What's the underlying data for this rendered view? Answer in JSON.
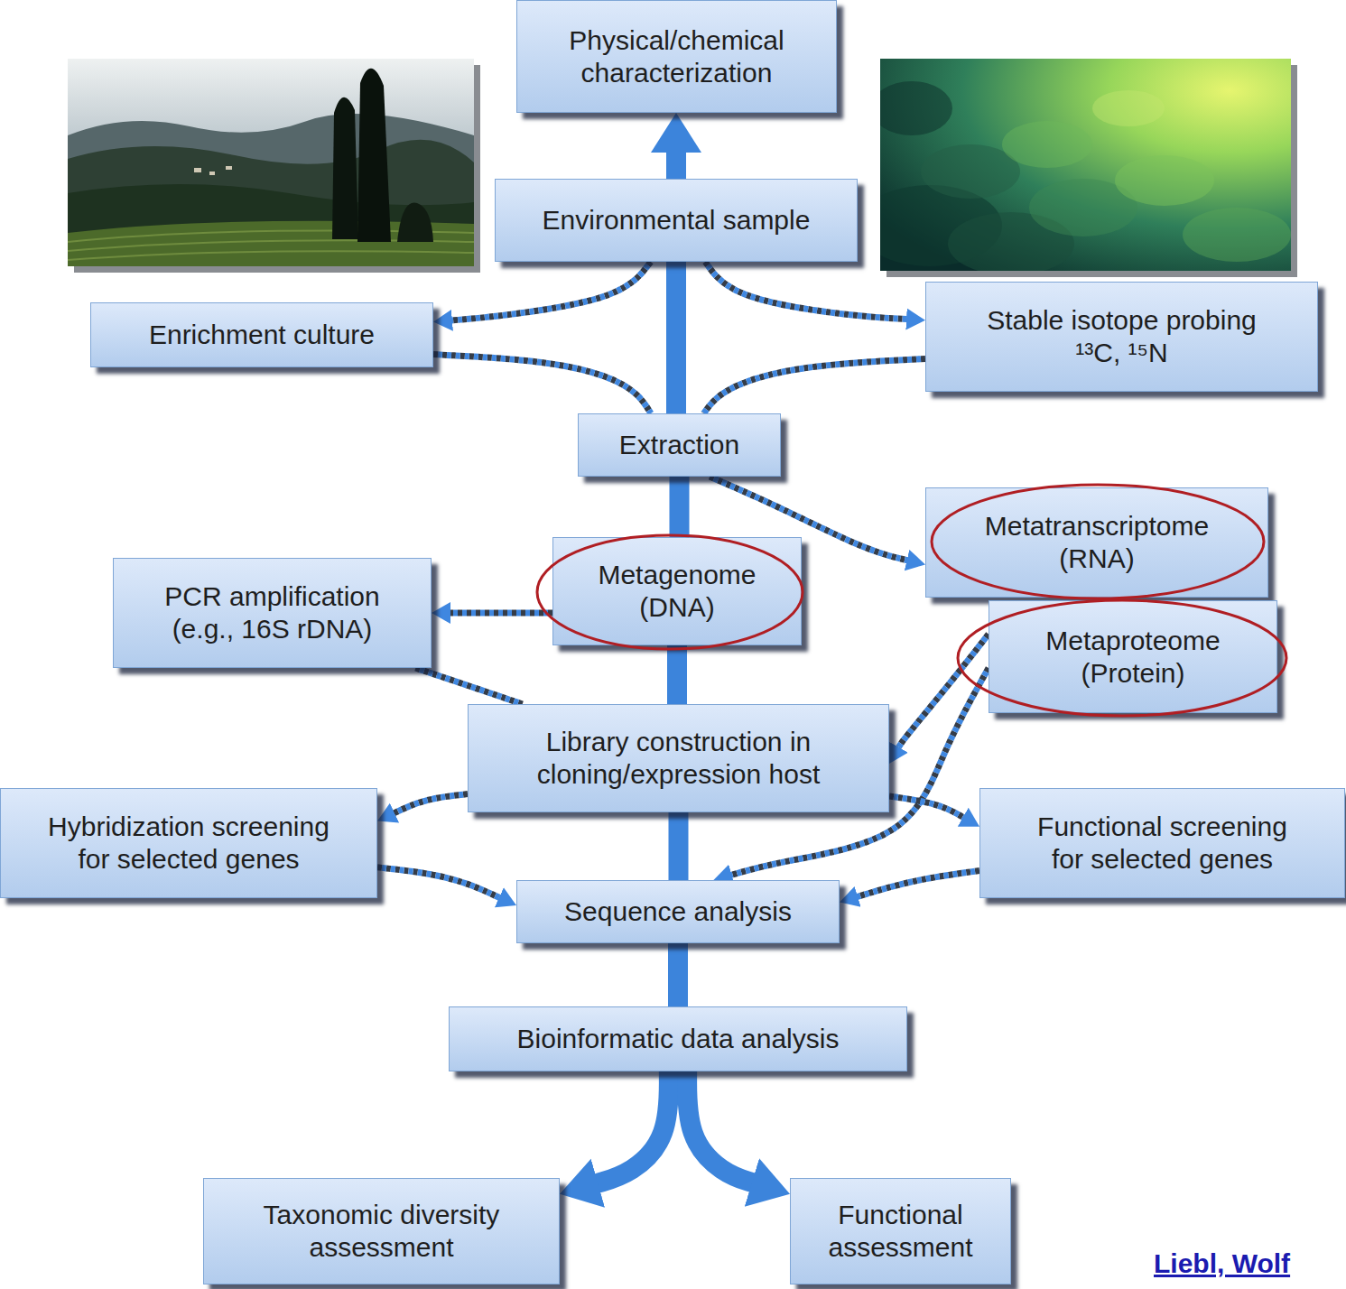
{
  "diagram": {
    "nodes": [
      {
        "text": [
          "Physical/chemical characterization"
        ]
      },
      {
        "text": [
          "Environmental sample"
        ]
      },
      {
        "text": [
          "Enrichment culture"
        ]
      },
      {
        "text": [
          "Stable isotope probing",
          "¹³C, ¹⁵N"
        ]
      },
      {
        "text": [
          "Extraction"
        ]
      },
      {
        "text": [
          "Metagenome (DNA)"
        ]
      },
      {
        "text": [
          "PCR amplification (e.g., 16S rDNA)"
        ]
      },
      {
        "text": [
          "Metatranscriptome (RNA)"
        ]
      },
      {
        "text": [
          "Metaproteome (Protein)"
        ]
      },
      {
        "text": [
          "Library construction in cloning/expression host"
        ]
      },
      {
        "text": [
          "Hybridization screening for selected genes"
        ]
      },
      {
        "text": [
          "Functional screening for selected genes"
        ]
      },
      {
        "text": [
          "Sequence analysis"
        ]
      },
      {
        "text": [
          "Bioinformatic data analysis"
        ]
      },
      {
        "text": [
          "Taxonomic diversity assessment"
        ]
      },
      {
        "text": [
          "Functional assessment"
        ]
      }
    ],
    "edges": [
      {
        "from": 1,
        "to": 0,
        "arrow": "to"
      },
      {
        "from": 1,
        "to": 2,
        "arrow": "to"
      },
      {
        "from": 2,
        "to": 4,
        "arrow": "none"
      },
      {
        "from": 1,
        "to": 3,
        "arrow": "to"
      },
      {
        "from": 3,
        "to": 4,
        "arrow": "none"
      },
      {
        "from": 1,
        "to": 4,
        "arrow": "none"
      },
      {
        "from": 4,
        "to": 5,
        "arrow": "none"
      },
      {
        "from": 4,
        "to": 7,
        "arrow": "to"
      },
      {
        "from": 5,
        "to": 6,
        "arrow": "to"
      },
      {
        "from": 6,
        "to": 9,
        "arrow": "none"
      },
      {
        "from": 5,
        "to": 9,
        "arrow": "none"
      },
      {
        "from": 8,
        "to": 9,
        "arrow": "to"
      },
      {
        "from": 8,
        "to": 12,
        "arrow": "to"
      },
      {
        "from": 9,
        "to": 10,
        "arrow": "to"
      },
      {
        "from": 9,
        "to": 11,
        "arrow": "to"
      },
      {
        "from": 9,
        "to": 12,
        "arrow": "none"
      },
      {
        "from": 10,
        "to": 12,
        "arrow": "to"
      },
      {
        "from": 11,
        "to": 12,
        "arrow": "to"
      },
      {
        "from": 12,
        "to": 13,
        "arrow": "none"
      },
      {
        "from": 13,
        "to": 14,
        "arrow": "to"
      },
      {
        "from": 13,
        "to": 15,
        "arrow": "to"
      }
    ],
    "labels": [
      "Liebl, Wolf"
    ]
  }
}
